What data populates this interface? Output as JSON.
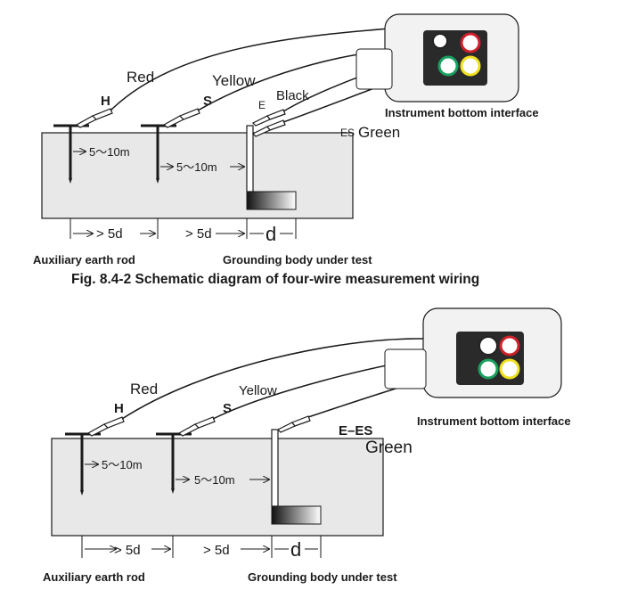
{
  "fig1": {
    "wire_red": "Red",
    "wire_yellow": "Yellow",
    "wire_black": "Black",
    "wire_green": "Green",
    "label_h": "H",
    "label_s": "S",
    "label_e": "E",
    "label_es": "ES",
    "instrument": "Instrument bottom interface",
    "dist_1": "5～10m",
    "dist_2": "5～10m",
    "dist_5d_1": "> 5d",
    "dist_5d_2": "> 5d",
    "dist_d": "d",
    "aux_rod": "Auxiliary earth rod",
    "grounding_body": "Grounding body under test",
    "caption": "Fig. 8.4-2 Schematic diagram of four-wire measurement wiring"
  },
  "fig2": {
    "wire_red": "Red",
    "wire_yellow": "Yellow",
    "wire_green": "Green",
    "label_h": "H",
    "label_s": "S",
    "label_e_es": "E–ES",
    "instrument": "Instrument bottom interface",
    "dist_1": "5～10m",
    "dist_2": "5～10m",
    "dist_5d_1": "> 5d",
    "dist_5d_2": "> 5d",
    "dist_d": "d",
    "aux_rod": "Auxiliary earth rod",
    "grounding_body": "Grounding body under test"
  },
  "colors": {
    "line": "#1a1a1a",
    "ground_fill": "#e8e8e8",
    "instrument_fill": "#f2f2f2",
    "port_red": "#d0202a",
    "port_yellow": "#f0e020",
    "port_green": "#1aa060",
    "port_dark": "#222222"
  }
}
